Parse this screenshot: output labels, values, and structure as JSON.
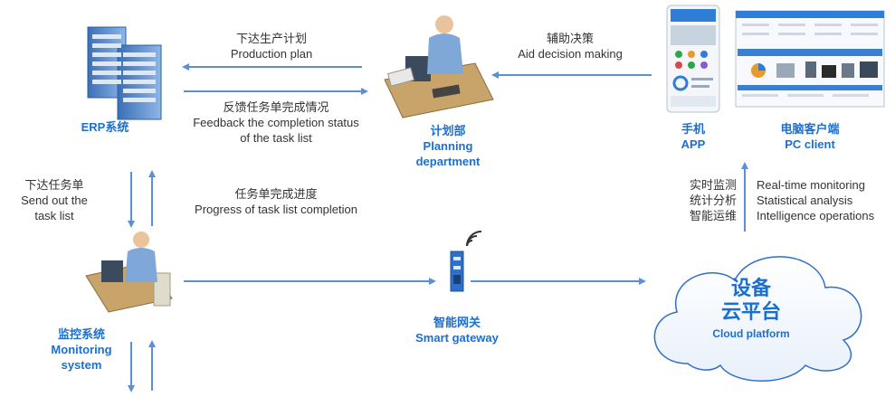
{
  "nodes": {
    "erp": {
      "label": "ERP系统"
    },
    "planning": {
      "label_cn": "计划部",
      "label_en_1": "Planning",
      "label_en_2": "department"
    },
    "mobile": {
      "label_cn": "手机",
      "label_en": "APP"
    },
    "pc": {
      "label_cn": "电脑客户端",
      "label_en": "PC client"
    },
    "monitoring": {
      "label_cn": "监控系统",
      "label_en_1": "Monitoring",
      "label_en_2": "system"
    },
    "gateway": {
      "label_cn": "智能网关",
      "label_en": "Smart gateway"
    },
    "cloud": {
      "label_cn_1": "设备",
      "label_cn_2": "云平台",
      "label_en": "Cloud platform"
    }
  },
  "flows": {
    "production_plan": {
      "cn": "下达生产计划",
      "en": "Production plan"
    },
    "feedback": {
      "cn": "反馈任务单完成情况",
      "en_1": "Feedback the completion status",
      "en_2": "of the task list"
    },
    "aid_decision": {
      "cn": "辅助决策",
      "en": "Aid decision making"
    },
    "send_task": {
      "cn": "下达任务单",
      "en_1": "Send out the",
      "en_2": "task list"
    },
    "progress": {
      "cn": "任务单完成进度",
      "en": "Progress of task list completion"
    },
    "cloud_services": {
      "cn": [
        "实时监测",
        "统计分析",
        "智能运维"
      ],
      "en": [
        "Real-time monitoring",
        "Statistical analysis",
        "Intelligence operations"
      ]
    }
  },
  "colors": {
    "accent": "#1a6fd1",
    "arrow": "#5b8fd6",
    "text": "#333333"
  }
}
